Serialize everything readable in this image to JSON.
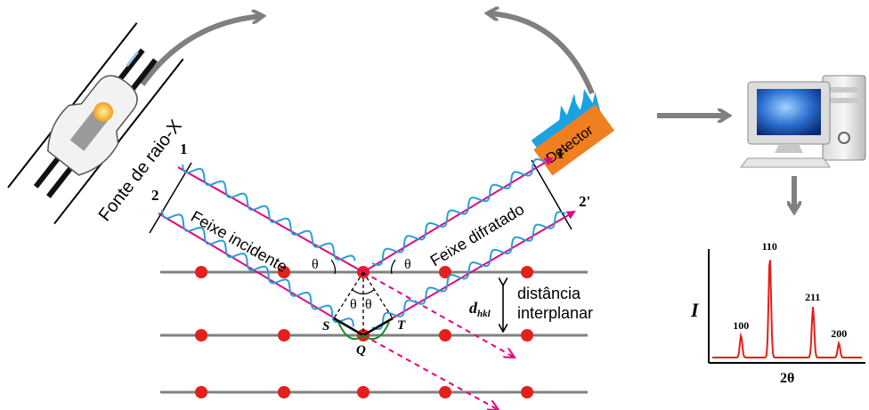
{
  "source": {
    "label": "Fonte de raio-X"
  },
  "detector": {
    "label": "Detector"
  },
  "beams": {
    "incident_label": "Feixe incidente",
    "diffracted_label": "Feixe difratado",
    "ray1_in": "1",
    "ray2_in": "2",
    "ray1_out": "1'",
    "ray2_out": "2'"
  },
  "geometry": {
    "theta": "θ",
    "point_s": "S",
    "point_t": "T",
    "point_q": "Q",
    "spacing_symbol_main": "d",
    "spacing_symbol_sub": "hkl",
    "spacing_label_line1": "distância",
    "spacing_label_line2": "interplanar"
  },
  "colors": {
    "beam": "#e6007e",
    "wave": "#2a9fd6",
    "atom": "#e3201b",
    "plane": "#808080",
    "arrow": "#808080",
    "detector_body": "#f07f22",
    "detector_teeth": "#1aa3e0",
    "pattern_line": "#e3201b",
    "angle_arc": "#1b8a2b"
  },
  "chart_data": {
    "type": "line",
    "ylabel": "I",
    "xlabel": "2θ",
    "peaks": [
      {
        "label": "100",
        "x": 1,
        "height": 0.22
      },
      {
        "label": "110",
        "x": 2,
        "height": 1.0
      },
      {
        "label": "211",
        "x": 3.5,
        "height": 0.5
      },
      {
        "label": "200",
        "x": 4.4,
        "height": 0.14
      }
    ]
  }
}
